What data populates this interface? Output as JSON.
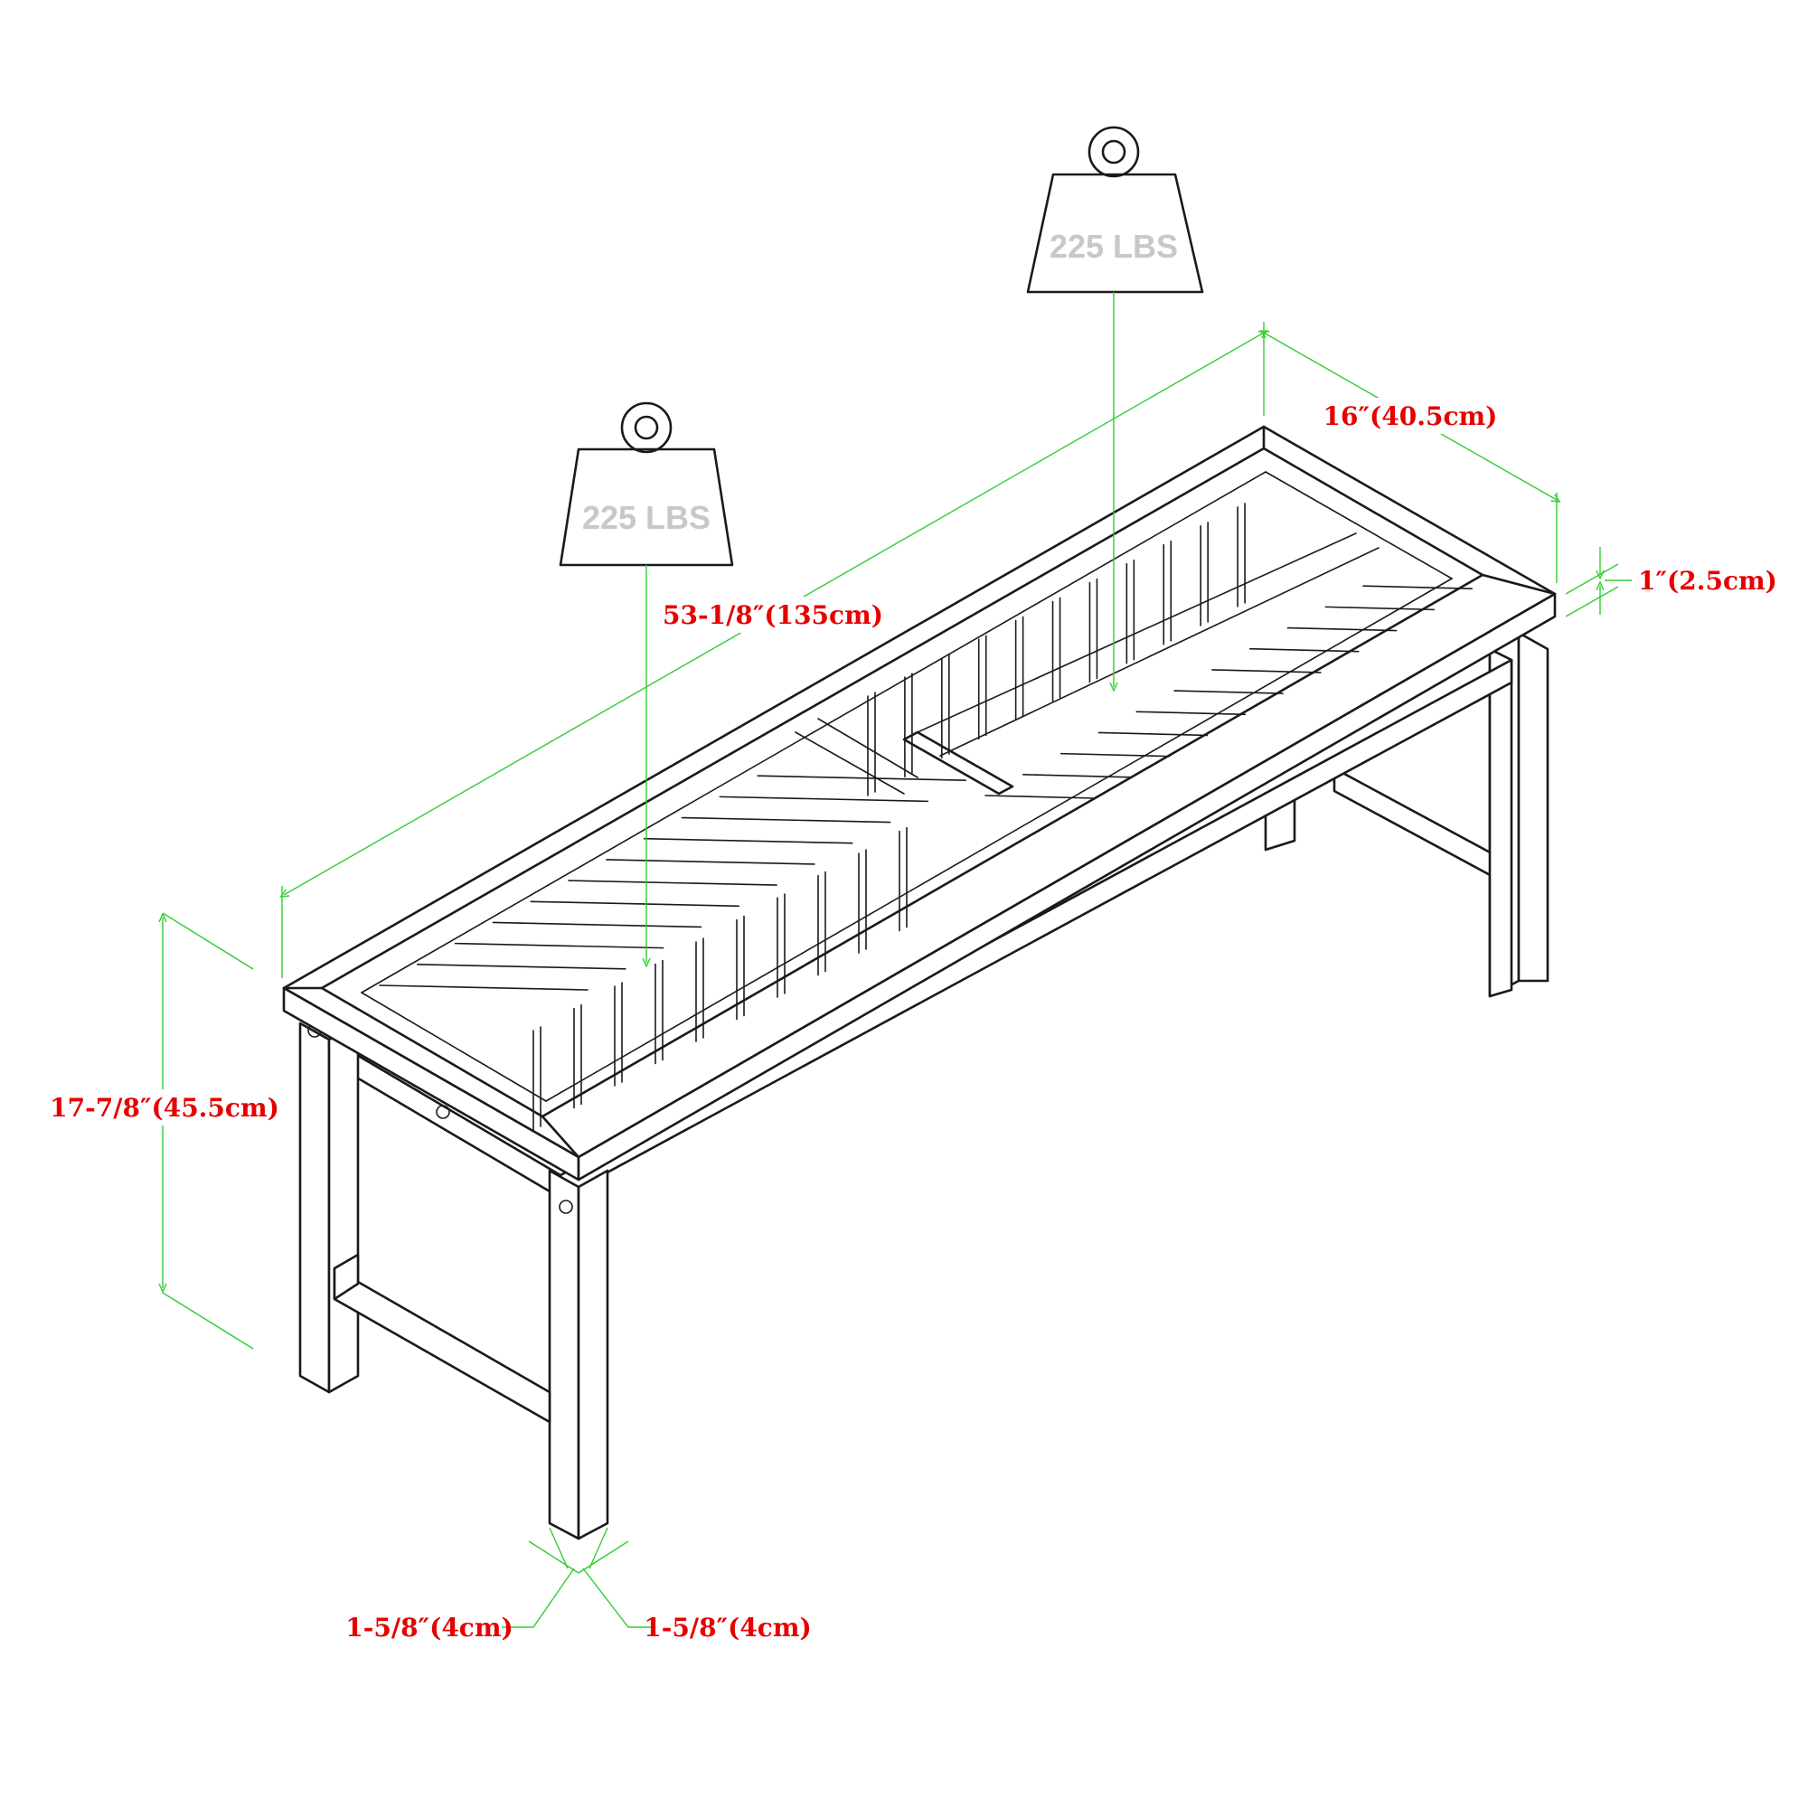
{
  "weights": [
    {
      "label": "225 LBS"
    },
    {
      "label": "225 LBS"
    }
  ],
  "dimensions": {
    "length": "53-1/8″(135cm)",
    "depth": "16″(40.5cm)",
    "thickness": "1″(2.5cm)",
    "height": "17-7/8″(45.5cm)",
    "leg_width_left": "1-5/8″(4cm)",
    "leg_width_right": "1-5/8″(4cm)"
  },
  "colors": {
    "outline": "#1a1a1a",
    "dimension_line": "#33cc33",
    "dimension_text": "#e60000",
    "weight_text": "#c8c8c8"
  }
}
